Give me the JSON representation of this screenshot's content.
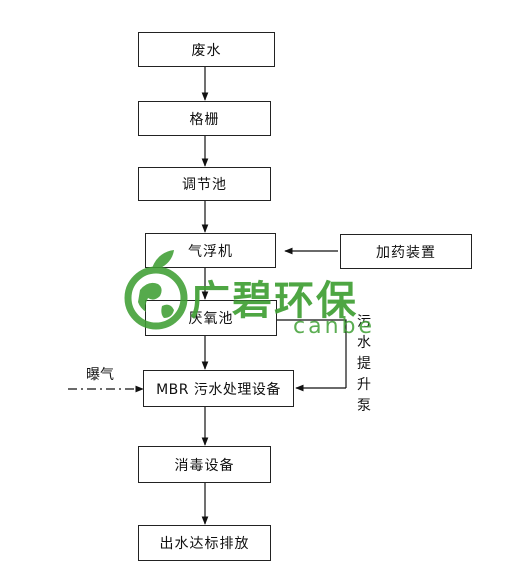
{
  "nodes": {
    "wastewater": "废水",
    "screen": "格栅",
    "equalization_tank": "调节池",
    "air_flotation": "气浮机",
    "dosing_device": "加药装置",
    "anaerobic_tank": "厌氧池",
    "mbr_equipment": "MBR 污水处理设备",
    "disinfection": "消毒设备",
    "discharge": "出水达标排放"
  },
  "labels": {
    "aeration": "曝气",
    "sewage_lift_pump": "污水提升泵"
  },
  "watermark": {
    "brand": "广碧环保",
    "sub": "canbe",
    "color": "#3f9f34"
  }
}
